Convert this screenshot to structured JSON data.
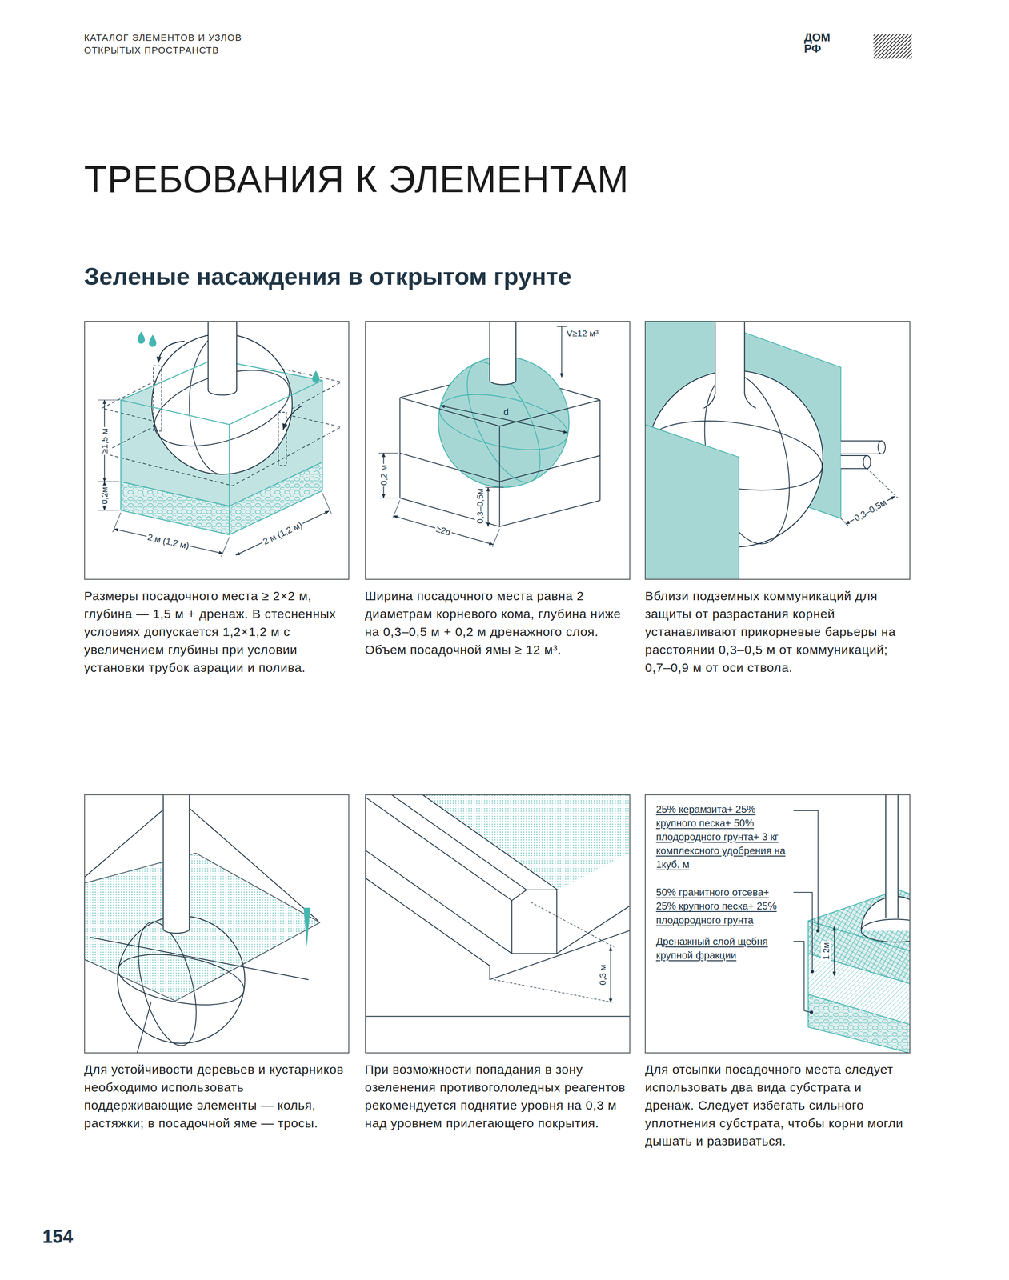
{
  "diagram": {
    "title": "ТРЕБОВАНИЯ К ЭЛЕМЕНТАМ",
    "nodes": [
      {
        "text": [
          "Размеры посадочного места ≥ 2×2 м, глубина — 1,5 м + дренаж. В стесненных условиях допускается 1,2×1,2 м с увеличением глубины при условии установки трубок аэрации и полива."
        ]
      },
      {
        "text": [
          "Ширина посадочного места равна 2 диаметрам корневого кома, глубина ниже на 0,3–0,5 м + 0,2 м дренажного слоя. Объем посадочной ямы ≥ 12 м³."
        ]
      },
      {
        "text": [
          "Вблизи подземных коммуникаций для защиты от разрастания корней устанавливают прикорневые барьеры на расстоянии 0,3–0,5 м от коммуникаций; 0,7–0,9 м от оси ствола."
        ]
      },
      {
        "text": [
          "Для устойчивости деревьев и кустарников необходимо использовать поддерживающие элементы — колья, растяжки; в посадочной яме — тросы."
        ]
      },
      {
        "text": [
          "При возможности попадания в зону озеленения противогололедных реагентов рекомендуется поднятие уровня на 0,3 м над уровнем прилегающего покрытия."
        ]
      },
      {
        "text": [
          "Для отсыпки посадочного места следует использовать два вида субстрата и дренаж. Следует избегать сильного уплотнения субстрата, чтобы корни могли дышать и развиваться."
        ]
      }
    ],
    "labels": [
      "КАТАЛОГ ЭЛЕМЕНТОВ И УЗЛОВ ОТКРЫТЫХ ПРОСТРАНСТВ",
      "ДОМ",
      "РФ",
      "Зеленые насаждения в открытом грунте",
      "≥1,5 м",
      "0,2м",
      "2 м (1,2 м)",
      "2 м (1,2 м)",
      "V≥12 м³",
      "d",
      "0,2 м",
      "0,3–0,5м",
      "≥2d",
      "0,3–0,5м",
      "0,3 м",
      "25% керамзита+ 25% крупного песка+ 50% плодородного грунта+ 3 кг комплексного удобрения на 1куб. м",
      "50% гранитного отсева+ 25% крупного песка+ 25% плодородного грунта",
      "Дренажный слой щебня крупной фракции",
      "1,2м",
      "154"
    ]
  }
}
